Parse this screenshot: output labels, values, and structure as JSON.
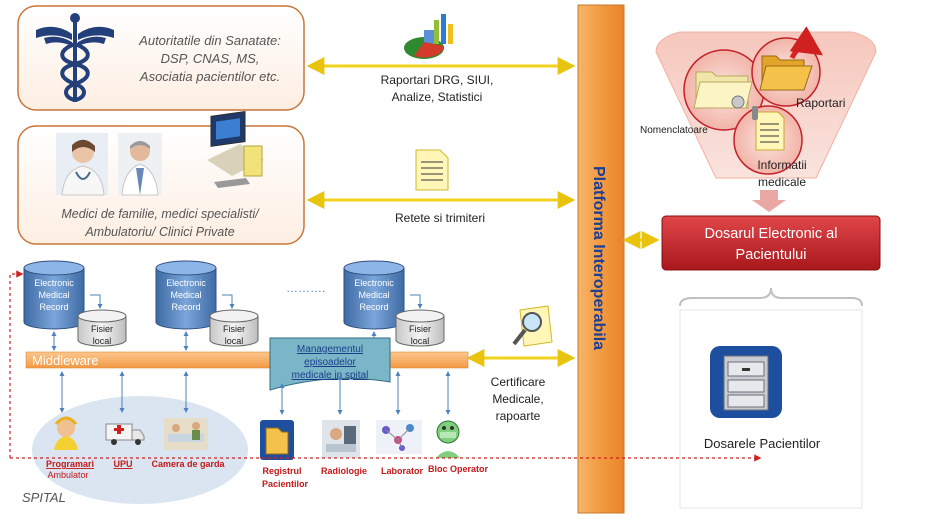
{
  "authorities": {
    "line1": "Autoritatile din Sanatate:",
    "line2": "DSP, CNAS, MS,",
    "line3": "Asociatia pacientilor etc."
  },
  "doctors": {
    "line1": "Medici de familie, medici specialisti/",
    "line2": "Ambulatoriu/ Clinici Private"
  },
  "flows": {
    "reports_line1": "Raportari DRG, SIUI,",
    "reports_line2": "Analize, Statistici",
    "prescriptions": "Retete si trimiteri",
    "certificates_line1": "Certificare",
    "certificates_line2": "Medicale,",
    "certificates_line3": "rapoarte"
  },
  "platform": {
    "label": "Platforma Interoperabila"
  },
  "funnel": {
    "nomenclatoare": "Nomenclatoare",
    "raportari": "Raportari",
    "informatii_line1": "Informatii",
    "informatii_line2": "medicale"
  },
  "dosar": {
    "line1": "Dosarul Electronic  al",
    "line2": "Pacientului",
    "archive_label": "Dosarele Pacientilor"
  },
  "hospital": {
    "emr_line1": "Electronic",
    "emr_line2": "Medical",
    "emr_line3": "Record",
    "fisier_line1": "Fisier",
    "fisier_line2": "local",
    "ellipsis": "……….",
    "middleware": "Middleware",
    "episode_line1": "Managementul",
    "episode_line2": "episoadelor",
    "episode_line3": "medicale in spital",
    "spital": "SPITAL",
    "depts": {
      "programari_line1": "Programari",
      "programari_line2": "Ambulator",
      "upu": "UPU",
      "camera": "Camera de garda",
      "registrul_line1": "Registrul",
      "registrul_line2": "Pacientilor",
      "radiologie": "Radiologie",
      "laborator": "Laborator",
      "bloc": "Bloc Operator"
    }
  },
  "colors": {
    "platform_orange": "#f5a04a",
    "box_border": "#c9773a",
    "box_fill": "#fff3ea",
    "arrow_yellow": "#f2d21a",
    "dosar_red": "#c8282c",
    "db_blue": "#4f81bd",
    "middleware_orange": "#f7b06a",
    "teal": "#5fa5b8",
    "hospital_ellipse": "#dbe5f1"
  }
}
